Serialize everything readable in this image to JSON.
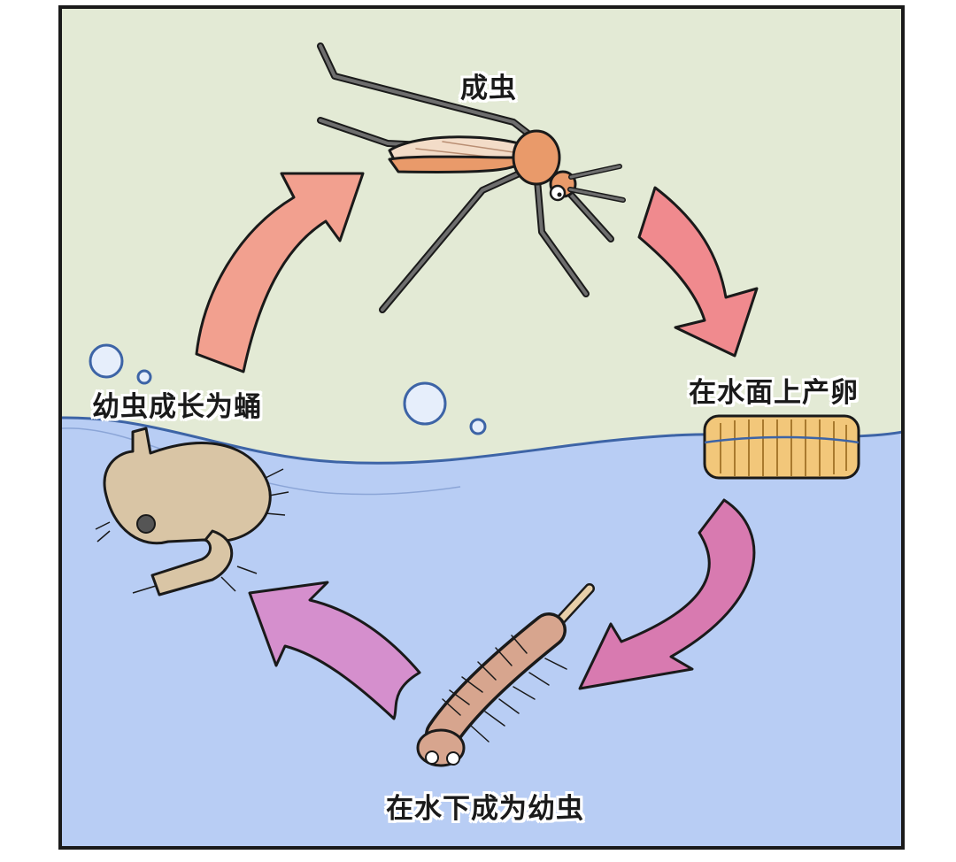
{
  "labels": {
    "adult": "成虫",
    "eggs": "在水面上产卵",
    "larva": "在水下成为幼虫",
    "pupa": "幼虫成长为蛹"
  },
  "colors": {
    "sky": "#e3ead5",
    "water": "#b8cdf4",
    "waterline": "#3d64a6",
    "arrow_adult_to_eggs": "#f08a8e",
    "arrow_pupa_to_adult": "#f2a08f",
    "arrow_eggs_to_larva": "#d87ab0",
    "arrow_larva_to_pupa": "#d58fcd",
    "mosquito_body": "#e99a6a",
    "eggs": "#f2c77a",
    "larva": "#d7a58e",
    "pupa": "#d9c5a5",
    "outline": "#1a1a1a"
  }
}
